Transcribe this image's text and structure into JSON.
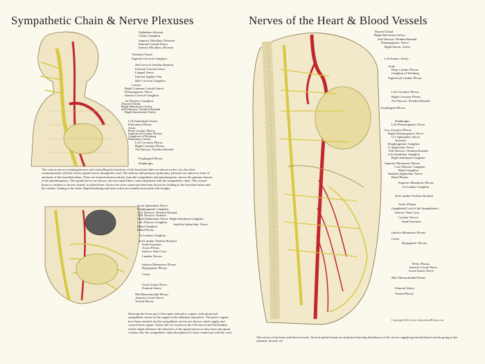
{
  "titles": {
    "left": "Sympathetic Chain & Nerve Plexuses",
    "right": "Nerves of the Heart & Blood Vessels"
  },
  "panel_a_labels": [
    "Opthalmic division",
    "Ciliary Ganglion",
    "Superior Maxillary Division",
    "Internal Carotid Artery",
    "Inferior Maxillary Division",
    "Vertebral Vessel",
    "Superior Cervical Ganglion",
    "3rd Cervical Vertebra Rotated",
    "External Carotid Artery",
    "Lingual Artery",
    "Internal Jugular Vein",
    "Mid. Cervical Ganglion",
    "Larynx",
    "Right Common Carotid Artery",
    "Pneumogastric Nerve",
    "Inferior Cervical Ganglion",
    "1st Thoracic Ganglion",
    "Thyroid Gland",
    "Right Subclavian Artery",
    "2nd Thoracic Vertebra Rotated",
    "Right Innominate Artery",
    "Left Innominate Artery",
    "Pulmonary Plexus",
    "Aorta",
    "Deep Cardiac Plexus",
    "Superficial Cardiac Plexus",
    "Ganglion of Wrisberg",
    "Pulmonary Artery",
    "Left Coronary Plexus",
    "Right Coronary Plexus",
    "7th Thoracic Vertebra Rotated",
    "Esophageal Plexus",
    "Diaphragm"
  ],
  "panel_a_text": "The various nerves forming plexuses and controlling the functions of the bronchial tubes are shown in this cut, also their communication with the twelve spinal nerves through the cord. The anterior and posterior pulmonary plexuses are shown in front of and back of the bronchial tubes. These are formed almost entirely from the sympathetic and pneumogastric nerves the pneumo branch of the pneumogastric. The spinal nerves are shown, also the small fibers connecting them with the sympathetic chain. The second thoracic vertebra is shown rotated, in dotted lines. Notice the close connection between the nerves leading to the bronchial tubes and the cardiac, leading to the heart. Rapid breathing and heart action are usually associated with troughs.",
  "panel_b_labels": [
    "Great Splanchnic Nerve",
    "Diaphragmatic Ganglion",
    "11th Thoracic Vertebra Rotated",
    "12th Thoracic Vertebra",
    "Right Semilunar Ganglion",
    "Small Splanchnic Nerve",
    "Left Thoracic Ganglion",
    "Smallest Splanchnic Nerve",
    "Renal Ganglion",
    "Renal Plexus",
    "1st Lumbar Ganglion",
    "2nd Lumbar Vertebra Rotated",
    "Small Intestine",
    "Aortic Plexus",
    "Inferior Vena Cava",
    "Lumbar Nerves",
    "Inferior Mesenteric Plexus",
    "Hypogastric Plexus",
    "Colon",
    "Great Sciatic Nerve",
    "Femoral Artery",
    "Mid Hemorrhoidal Plexus",
    "Anterior Crural Nerve",
    "Vesical Plexus"
  ],
  "panel_b_text": "Showing the lower part of the spine and pelvic region, with spinal and sympathetic nerves to the organs in the abdomen and pelvis. The pelvic organs have been omitted, but the sympathetic nerves are shown, which supply and control these organs. Notice the two lesions at the 11th dorsal and 2nd lumbar, which might influence the functions of the spinal nerves as they leave the spinal column, also the sympathetic chain throughout its close connection with the cord.",
  "panel_c_labels": [
    "Thyroid Gland",
    "Right Subclavian Artery",
    "2nd Thoracic Vertebra Rotated",
    "Pneumogastric Nerve",
    "Right Innom. Artery",
    "Left Innom. Artery",
    "Aorta",
    "Deep Cardiac Plexus",
    "Ganglion of Wrisberg",
    "Superficial Cardiac Plexus",
    "Left Coronary Plexus",
    "Right Coronary Plexus",
    "7th Thoracic Vertebra Rotated",
    "Esophageal Plexus",
    "Diaphragm",
    "Left Pneumogastric Nerve",
    "Cor. (Gastric) Plexus",
    "Right Pneumogastric Nerve",
    "G.I. Splanchnic Nerve",
    "Stomach",
    "Diaphragmatic Ganglion",
    "S. Splanchnic Nerve",
    "11th Thoracic Vertebra Rotated",
    "Left Semilunar Ganglion",
    "Right Semilunar Ganglion",
    "Superior Mesenteric Plexus",
    "Last Thoracic Ganglion",
    "Renal Ganglion",
    "Smallest Splanchnic Nerve",
    "Renal Plexus",
    "Superior Mesenteric Plexus",
    "1st Lumbar Ganglion",
    "2nd Lumbar Vertebra Rotated",
    "Aortic Plexus",
    "Gangliated Cord of the Sympathetics",
    "Inferior Vena Cava",
    "Lumbar Nerves",
    "Small Intestine",
    "Inferior Mesenteric Plexus",
    "Colon",
    "Hypogastric Plexus",
    "Pelvic Plexus",
    "Anterior Crural Nerve",
    "Great Sciatic Nerve",
    "Mid. Hemorrhoidal Plexus",
    "Femoral Artery",
    "Vesical Plexus"
  ],
  "panel_c_text": "The nerves of the heart and blood vessels. Several spinal lesions are indicated showing disturbance of the nerves supplying internal blood vessels going to the stomach, bowels, etc.",
  "copyright": "Copyright 2014 www.AnatomicalPrints.com",
  "colors": {
    "background": "#fbf8ee",
    "nerve": "#d8c843",
    "artery": "#c0262b",
    "ink": "#222222"
  }
}
